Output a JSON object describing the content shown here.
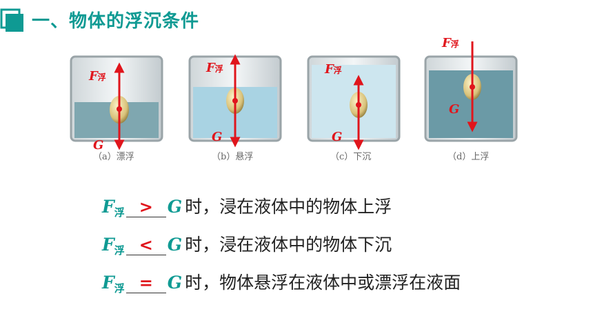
{
  "header": {
    "title": "一、物体的浮沉条件",
    "accent": "#0f9a93"
  },
  "figure": {
    "beakers": [
      {
        "label": "（a）漂浮",
        "buoyancy_label": "F",
        "buoyancy_sub": "浮",
        "gravity_label": "G"
      },
      {
        "label": "（b）悬浮",
        "buoyancy_label": "F",
        "buoyancy_sub": "浮",
        "gravity_label": "G"
      },
      {
        "label": "（c）下沉",
        "buoyancy_label": "F",
        "buoyancy_sub": "浮",
        "gravity_label": "G"
      },
      {
        "label": "（d）上浮",
        "buoyancy_label": "F",
        "buoyancy_sub": "浮",
        "gravity_label": "G"
      }
    ],
    "arrow_color": "#e0151c"
  },
  "conditions": [
    {
      "f": "F",
      "sub": "浮",
      "answer": ">",
      "g": "G",
      "text": "时，浸在液体中的物体上浮"
    },
    {
      "f": "F",
      "sub": "浮",
      "answer": "<",
      "g": "G",
      "text": "时，浸在液体中的物体下沉"
    },
    {
      "f": "F",
      "sub": "浮",
      "answer": "=",
      "g": "G",
      "text": "时，物体悬浮在液体中或漂浮在液面"
    }
  ]
}
